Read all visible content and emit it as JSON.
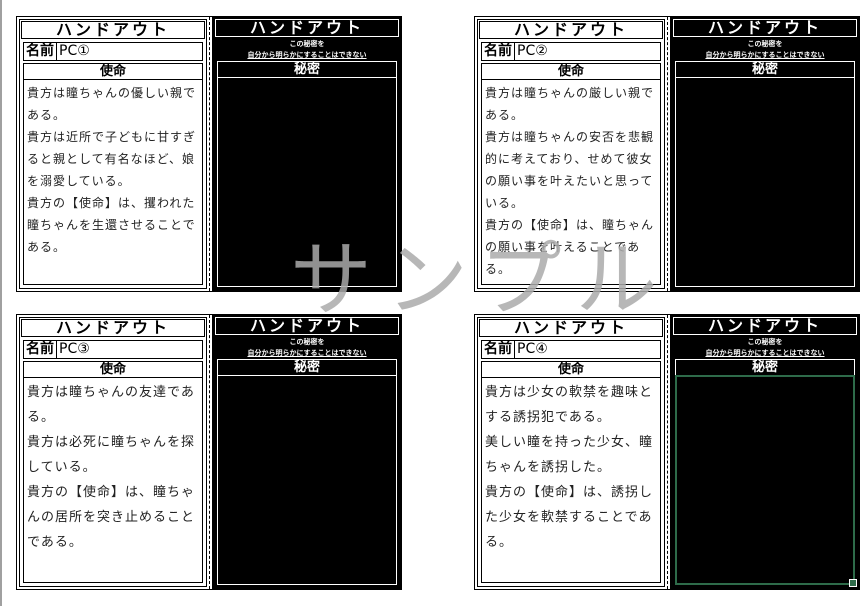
{
  "common": {
    "handout_title": "ハンドアウト",
    "name_label": "名前",
    "mission_label": "使命",
    "secret_note_line1": "この秘密を",
    "secret_note_line2": "自分から明らかにすることはできない",
    "secret_label": "秘密"
  },
  "watermark": "サンプル",
  "colors": {
    "card_black": "#000000",
    "selection_green": "#2e6b4a",
    "watermark_gray": "#aaaaaa"
  },
  "cards": [
    {
      "name": "PC①",
      "mission_lines": [
        "貴方は瞳ちゃんの優しい親である。",
        "貴方は近所で子どもに甘すぎると親として有名なほど、娘を溺愛している。",
        "貴方の【使命】は、攫われた瞳ちゃんを生還させることである。"
      ]
    },
    {
      "name": "PC②",
      "mission_lines": [
        "貴方は瞳ちゃんの厳しい親である。",
        "貴方は瞳ちゃんの安否を悲観的に考えており、せめて彼女の願い事を叶えたいと思っている。",
        "貴方の【使命】は、瞳ちゃんの願い事を叶えることである。"
      ]
    },
    {
      "name": "PC③",
      "mission_lines": [
        "貴方は瞳ちゃんの友達である。",
        "貴方は必死に瞳ちゃんを探している。",
        "貴方の【使命】は、瞳ちゃんの居所を突き止めることである。"
      ]
    },
    {
      "name": "PC④",
      "mission_lines": [
        "貴方は少女の軟禁を趣味とする誘拐犯である。",
        "美しい瞳を持った少女、瞳ちゃんを誘拐した。",
        "貴方の【使命】は、誘拐した少女を軟禁することである。"
      ]
    }
  ]
}
